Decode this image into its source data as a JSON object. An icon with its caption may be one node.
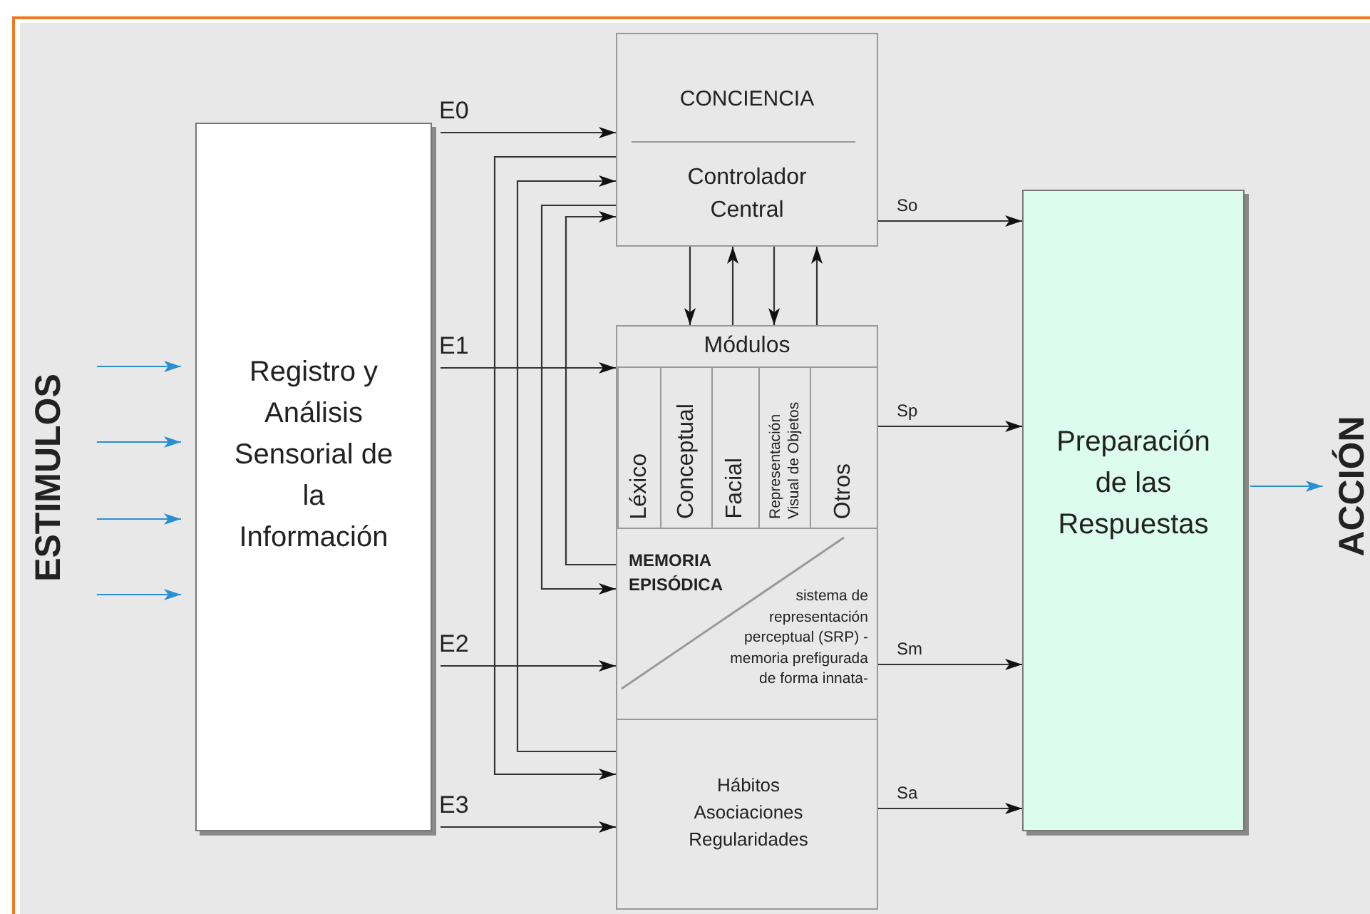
{
  "diagram": {
    "nodes": [
      {
        "text": [
          "Registro y Análisis Sensorial de la Información"
        ]
      },
      {
        "text": [
          "CONCIENCIA",
          "Controlador Central"
        ]
      },
      {
        "text": [
          "Módulos"
        ]
      },
      {
        "text": [
          "Léxico"
        ],
        "in": 2
      },
      {
        "text": [
          "Conceptual"
        ],
        "in": 2
      },
      {
        "text": [
          "Facial"
        ],
        "in": 2
      },
      {
        "text": [
          "Representación Visual de Objetos"
        ],
        "in": 2
      },
      {
        "text": [
          "Otros"
        ],
        "in": 2
      },
      {
        "text": [
          "MEMORIA EPISÓDICA",
          "sistema de representación perceptual (SRP) -memoria prefigurada de forma innata-"
        ]
      },
      {
        "text": [
          "Hábitos Asociaciones Regularidades"
        ]
      },
      {
        "text": [
          "Preparación de las Respuestas"
        ]
      },
      {
        "text": [
          "ESTIMULOS"
        ]
      },
      {
        "text": [
          "ACCIÓN"
        ]
      }
    ],
    "edges": [
      {
        "from": 11,
        "to": 0,
        "arrow": "to",
        "color": "#2a8fd0"
      },
      {
        "from": 11,
        "to": 0,
        "arrow": "to",
        "color": "#2a8fd0"
      },
      {
        "from": 11,
        "to": 0,
        "arrow": "to",
        "color": "#2a8fd0"
      },
      {
        "from": 11,
        "to": 0,
        "arrow": "to",
        "color": "#2a8fd0"
      },
      {
        "from": 10,
        "to": 12,
        "arrow": "to",
        "color": "#2a8fd0"
      },
      {
        "from": 0,
        "to": 1,
        "arrow": "to",
        "label": "E0"
      },
      {
        "from": 0,
        "to": 2,
        "arrow": "to",
        "label": "E1"
      },
      {
        "from": 0,
        "to": 8,
        "arrow": "to",
        "label": "E2"
      },
      {
        "from": 0,
        "to": 9,
        "arrow": "to",
        "label": "E3"
      },
      {
        "from": 1,
        "to": 9,
        "arrow": "to"
      },
      {
        "from": 9,
        "to": 1,
        "arrow": "to"
      },
      {
        "from": 1,
        "to": 8,
        "arrow": "to"
      },
      {
        "from": 8,
        "to": 1,
        "arrow": "to"
      },
      {
        "from": 1,
        "to": 2,
        "arrow": "to"
      },
      {
        "from": 2,
        "to": 1,
        "arrow": "to"
      },
      {
        "from": 1,
        "to": 2,
        "arrow": "to"
      },
      {
        "from": 2,
        "to": 1,
        "arrow": "to"
      },
      {
        "from": 1,
        "to": 10,
        "arrow": "to",
        "label": "So"
      },
      {
        "from": 2,
        "to": 10,
        "arrow": "to",
        "label": "Sp"
      },
      {
        "from": 8,
        "to": 10,
        "arrow": "to",
        "label": "Sm"
      },
      {
        "from": 9,
        "to": 10,
        "arrow": "to",
        "label": "Sa"
      }
    ]
  }
}
